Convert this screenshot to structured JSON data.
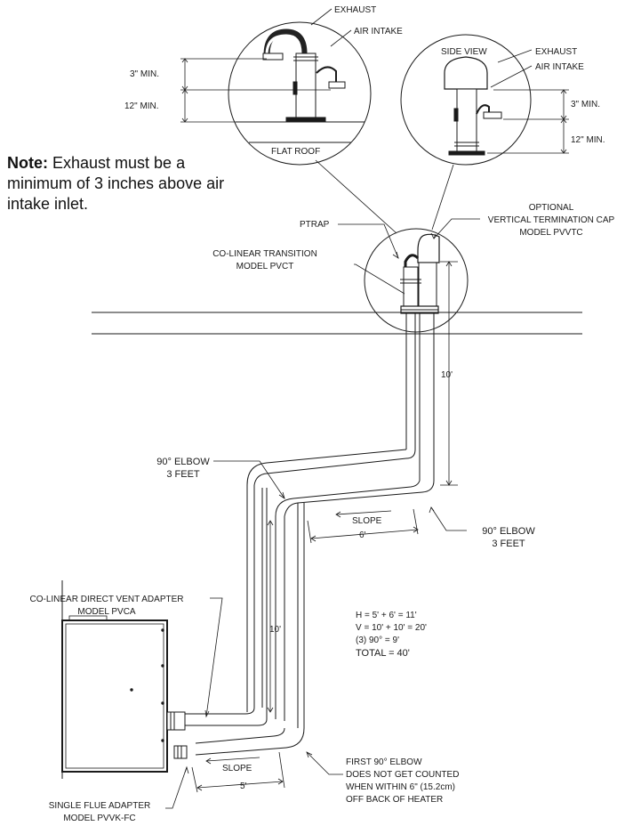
{
  "note": {
    "bold": "Note:",
    "text": " Exhaust must be a minimum of 3 inches above air intake inlet."
  },
  "detail_left": {
    "exhaust": "EXHAUST",
    "air_intake": "AIR INTAKE",
    "min3": "3\" MIN.",
    "min12": "12\" MIN.",
    "flat_roof": "FLAT ROOF"
  },
  "detail_right": {
    "side_view": "SIDE VIEW",
    "exhaust": "EXHAUST",
    "air_intake": "AIR INTAKE",
    "min3": "3\" MIN.",
    "min12": "12\" MIN."
  },
  "labels": {
    "ptrap": "PTRAP",
    "optional_1": "OPTIONAL",
    "optional_2": "VERTICAL TERMINATION CAP",
    "optional_3": "MODEL PVVTC",
    "colinear_1": "CO-LINEAR TRANSITION",
    "colinear_2": "MODEL PVCT",
    "ten_ft_upper": "10'",
    "elbow_upper_1": "90° ELBOW",
    "elbow_upper_2": "3 FEET",
    "slope_upper": "SLOPE",
    "six_ft": "6'",
    "elbow_right_1": "90° ELBOW",
    "elbow_right_2": "3 FEET",
    "cdva_1": "CO-LINEAR DIRECT VENT ADAPTER",
    "cdva_2": "MODEL PVCA",
    "ten_ft_lower": "10'",
    "calc_h": "H = 5' + 6' = 11'",
    "calc_v": "V = 10' + 10' = 20'",
    "calc_90": "(3) 90° = 9'",
    "calc_total": "TOTAL = 40'",
    "slope_lower": "SLOPE",
    "five_ft": "5'",
    "first_1": "FIRST 90° ELBOW",
    "first_2": "DOES NOT GET COUNTED",
    "first_3": "WHEN WITHIN 6\" (15.2cm)",
    "first_4": "OFF BACK OF HEATER",
    "sfa_1": "SINGLE FLUE ADAPTER",
    "sfa_2": "MODEL PVVK-FC"
  }
}
